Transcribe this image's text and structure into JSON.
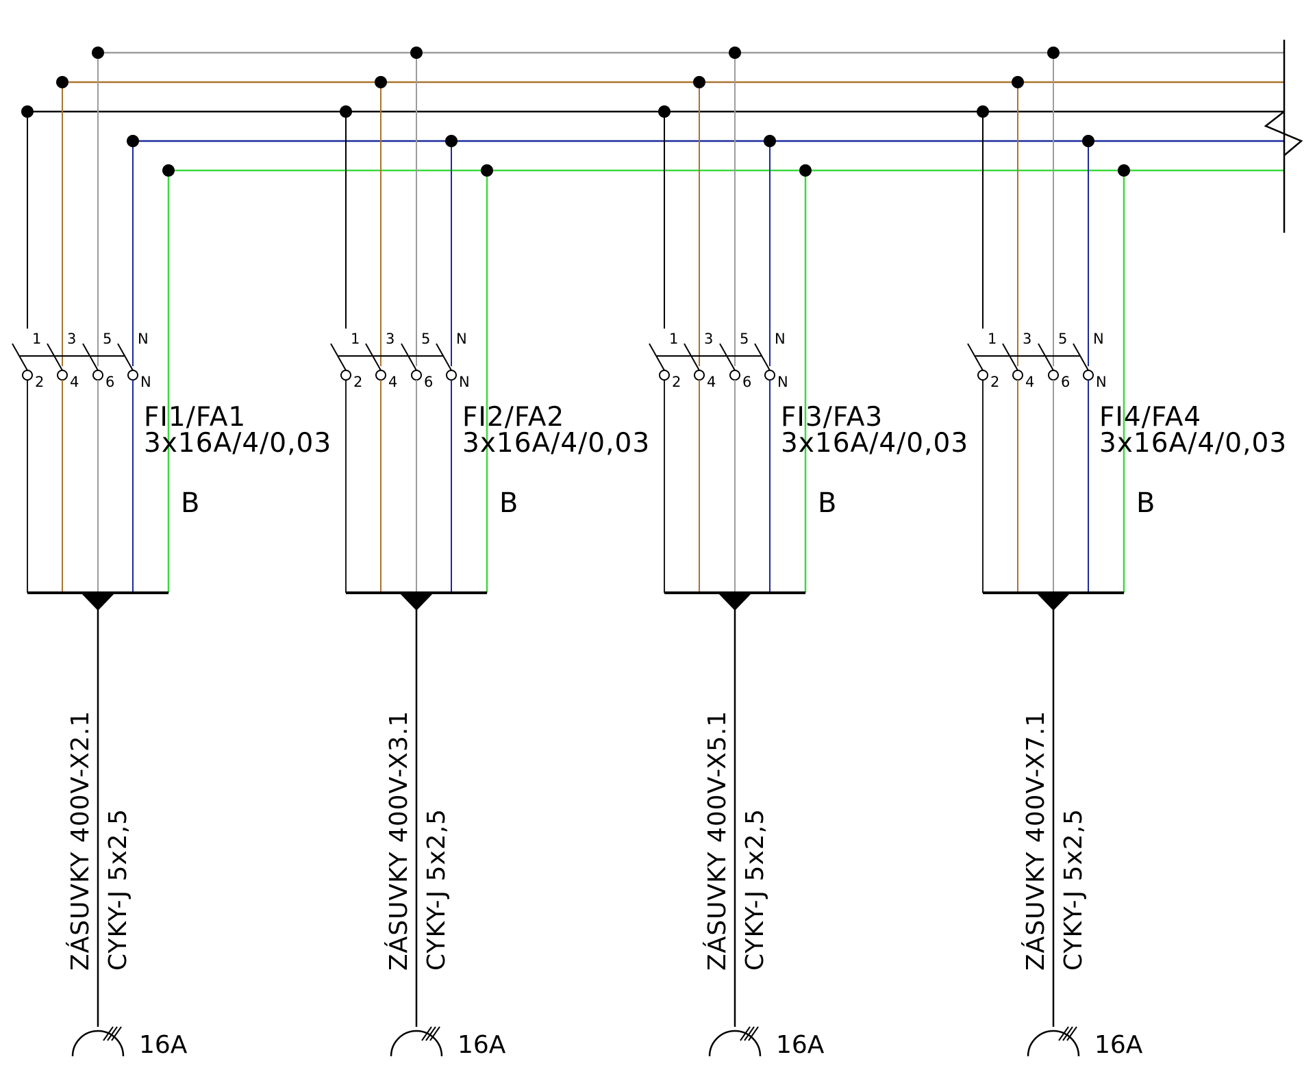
{
  "colors": {
    "grey": "#9c9c9c",
    "brown": "#a9742f",
    "black": "#000000",
    "blue": "#1a2a9a",
    "green": "#3ed83e"
  },
  "circuits": [
    {
      "device": "FI1/FA1",
      "rating": "3x16A/4/0,03",
      "characteristic": "B",
      "circuit_name": "ZÁSUVKY 400V-X2.1",
      "cable": "CYKY-J 5x2,5",
      "socket": "16A",
      "pins_in": [
        "1",
        "3",
        "5",
        "N"
      ],
      "pins_out": [
        "2",
        "4",
        "6",
        "N"
      ]
    },
    {
      "device": "FI2/FA2",
      "rating": "3x16A/4/0,03",
      "characteristic": "B",
      "circuit_name": "ZÁSUVKY 400V-X3.1",
      "cable": "CYKY-J 5x2,5",
      "socket": "16A",
      "pins_in": [
        "1",
        "3",
        "5",
        "N"
      ],
      "pins_out": [
        "2",
        "4",
        "6",
        "N"
      ]
    },
    {
      "device": "FI3/FA3",
      "rating": "3x16A/4/0,03",
      "characteristic": "B",
      "circuit_name": "ZÁSUVKY 400V-X5.1",
      "cable": "CYKY-J 5x2,5",
      "socket": "16A",
      "pins_in": [
        "1",
        "3",
        "5",
        "N"
      ],
      "pins_out": [
        "2",
        "4",
        "6",
        "N"
      ]
    },
    {
      "device": "FI4/FA4",
      "rating": "3x16A/4/0,03",
      "characteristic": "B",
      "circuit_name": "ZÁSUVKY 400V-X7.1",
      "cable": "CYKY-J 5x2,5",
      "socket": "16A",
      "pins_in": [
        "1",
        "3",
        "5",
        "N"
      ],
      "pins_out": [
        "2",
        "4",
        "6",
        "N"
      ]
    }
  ]
}
